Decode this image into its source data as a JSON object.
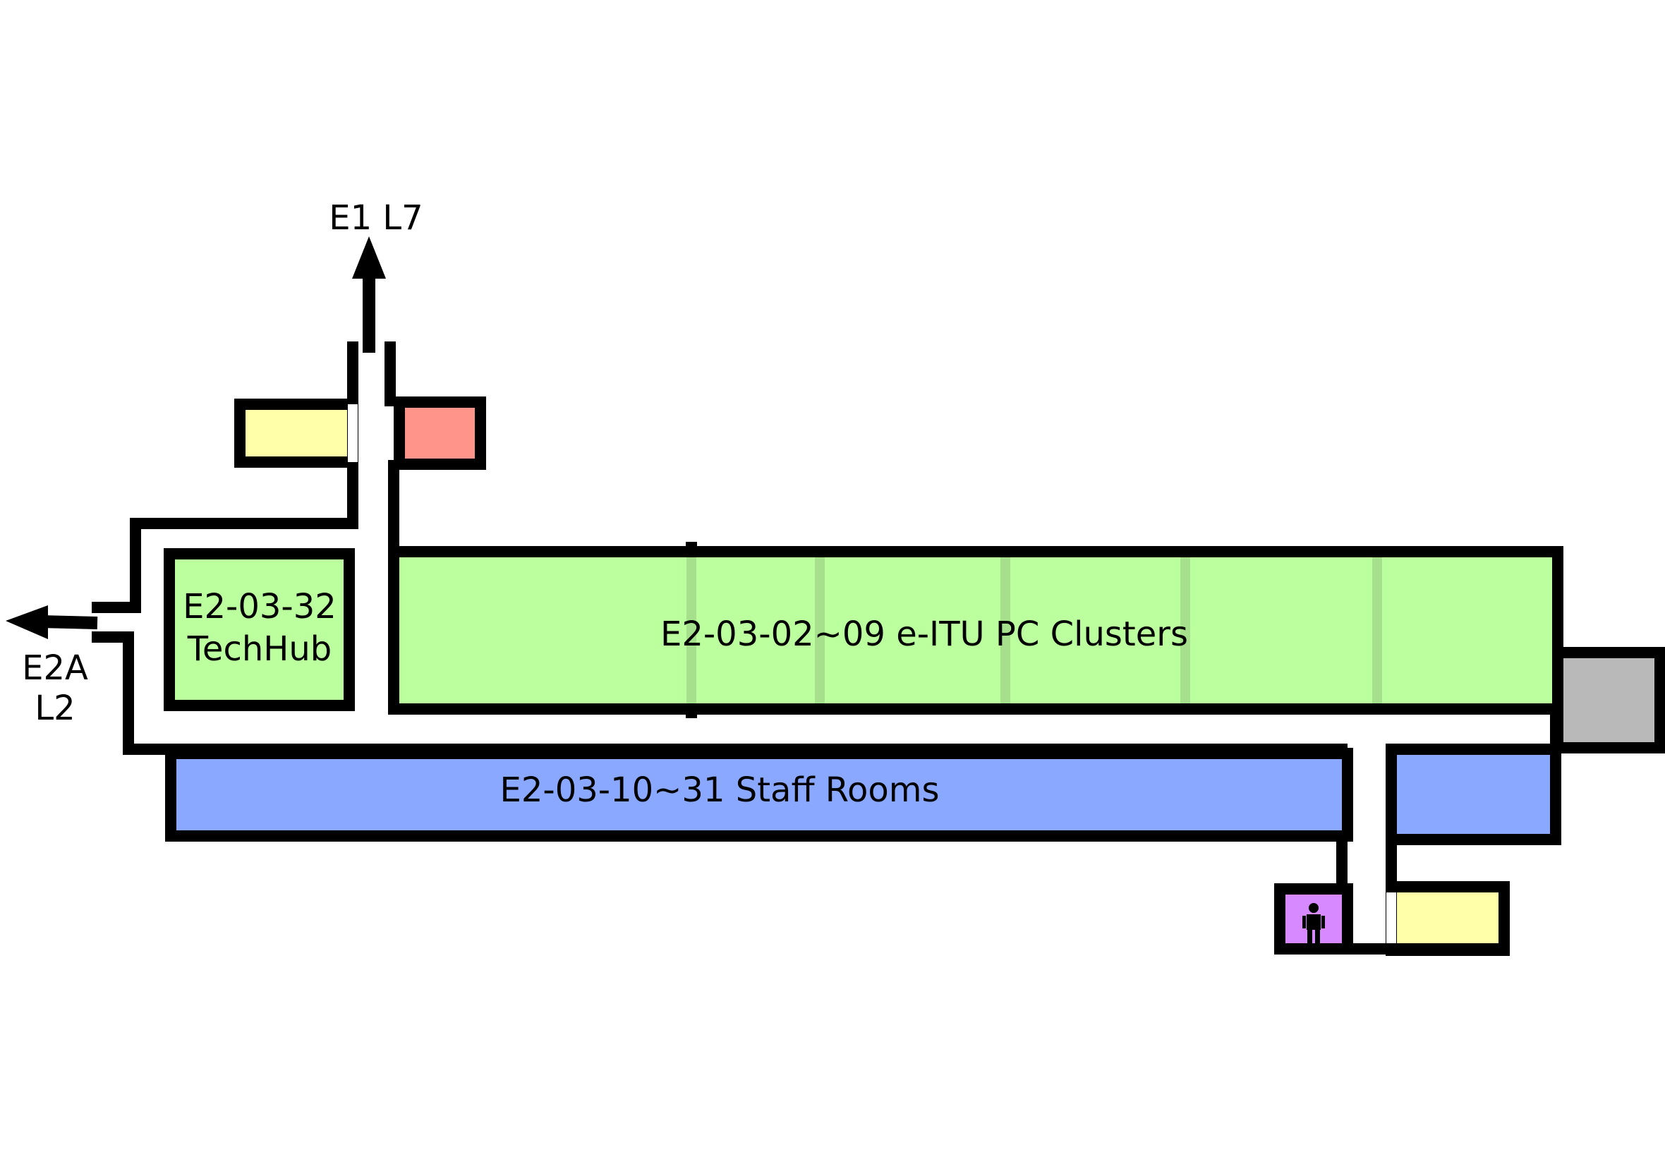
{
  "labels": {
    "e1_line1": "E1 L7",
    "e2a_line1": "E2A",
    "e2a_line2": "L2",
    "techhub_line1": "E2-03-32",
    "techhub_line2": "TechHub",
    "pc_clusters": "E2-03-02~09 e-ITU PC Clusters",
    "staff_rooms": "E2-03-10~31 Staff Rooms"
  },
  "icons": {
    "lift": "person-icon",
    "exit_up": "arrow-up-icon",
    "exit_left": "arrow-left-icon"
  },
  "colors": {
    "pc_clusters": "#bbff9e",
    "techhub": "#bbff9e",
    "staff_rooms": "#8aa8ff",
    "toilet": "#ffffaa",
    "red_room": "#ff958a",
    "grey_room": "#b9b9b9",
    "lift": "#d78aff"
  }
}
